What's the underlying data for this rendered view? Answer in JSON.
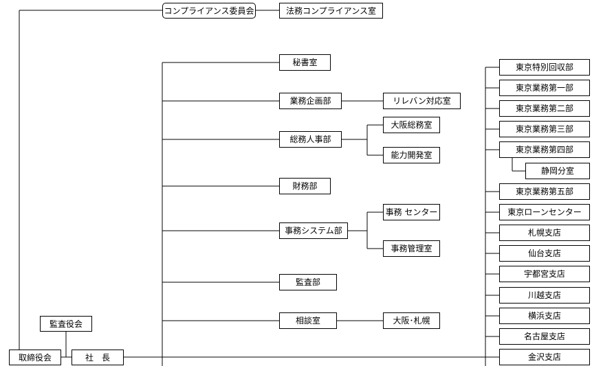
{
  "chart": {
    "board": "取締役会",
    "auditors": "監査役会",
    "president": "社　長",
    "compliance_committee": "コンプライアンス委員会",
    "legal_compliance_office": "法務コンプライアンス室",
    "secretariat": "秘書室",
    "business_planning": "業務企画部",
    "relevant_response_office": "リレバン対応室",
    "general_affairs_hr": "総務人事部",
    "osaka_general_affairs": "大阪総務室",
    "capability_development": "能力開発室",
    "finance": "財務部",
    "office_systems": "事務システム部",
    "office_center": "事務 センター",
    "office_management": "事務管理室",
    "audit": "監査部",
    "consultation_office": "相談室",
    "osaka_sapporo": "大阪･札幌",
    "branches": [
      "東京特別回収部",
      "東京業務第一部",
      "東京業務第二部",
      "東京業務第三部",
      "東京業務第四部",
      "静岡分室",
      "東京業務第五部",
      "東京ローンセンター",
      "札幌支店",
      "仙台支店",
      "宇都宮支店",
      "川越支店",
      "横浜支店",
      "名古屋支店",
      "金沢支店"
    ]
  },
  "colors": {
    "line": "#000000",
    "box_border": "#000000",
    "box_fill": "#ffffff",
    "background": "#ffffff"
  }
}
